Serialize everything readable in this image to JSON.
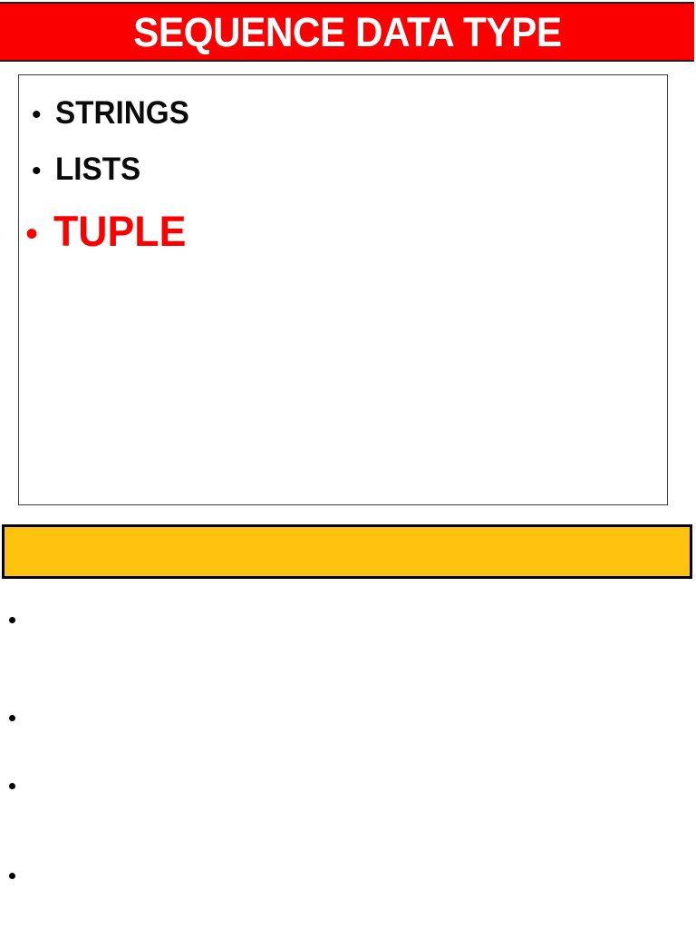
{
  "slide_one": {
    "title": "SEQUENCE DATA TYPE",
    "title_bar_color": "#FB0000",
    "title_text_color": "#FFFFFF",
    "bullets": [
      {
        "marker": "•",
        "label": "STRINGS",
        "color": "#0B0B0B"
      },
      {
        "marker": "•",
        "label": "LISTS",
        "color": "#0B0B0B"
      },
      {
        "marker": "•",
        "label": "TUPLE",
        "color": "#FB0000"
      }
    ]
  },
  "slide_two": {
    "header_bar": {
      "text": "",
      "fill_color": "#FFC20E",
      "border_color": "#000000"
    },
    "bullets": [
      {
        "marker": "•",
        "label": ""
      },
      {
        "marker": "•",
        "label": ""
      },
      {
        "marker": "•",
        "label": ""
      },
      {
        "marker": "•",
        "label": ""
      }
    ]
  }
}
